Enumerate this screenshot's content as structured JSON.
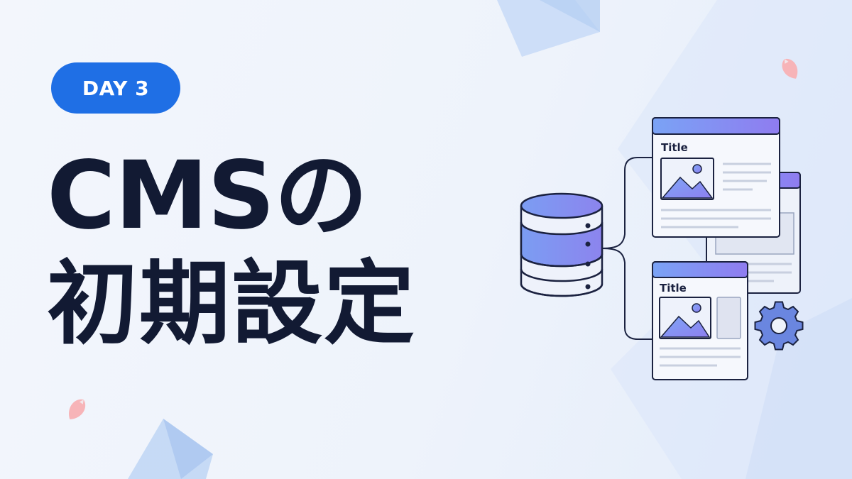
{
  "badge": {
    "label": "DAY 3"
  },
  "headline": {
    "line1": "CMSの",
    "line2": "初期設定"
  },
  "cards": [
    {
      "title": "Title"
    },
    {
      "title": "Title"
    }
  ],
  "colors": {
    "badge": "#1f6fe5",
    "headline": "#121a33",
    "accent_gradient_start": "#7aa3f5",
    "accent_gradient_end": "#8f7cf0",
    "petal": "#f7b4b8",
    "gear": "#5b76d9"
  },
  "icons": [
    "database-icon",
    "image-placeholder-icon",
    "gear-icon",
    "petal-icon"
  ]
}
